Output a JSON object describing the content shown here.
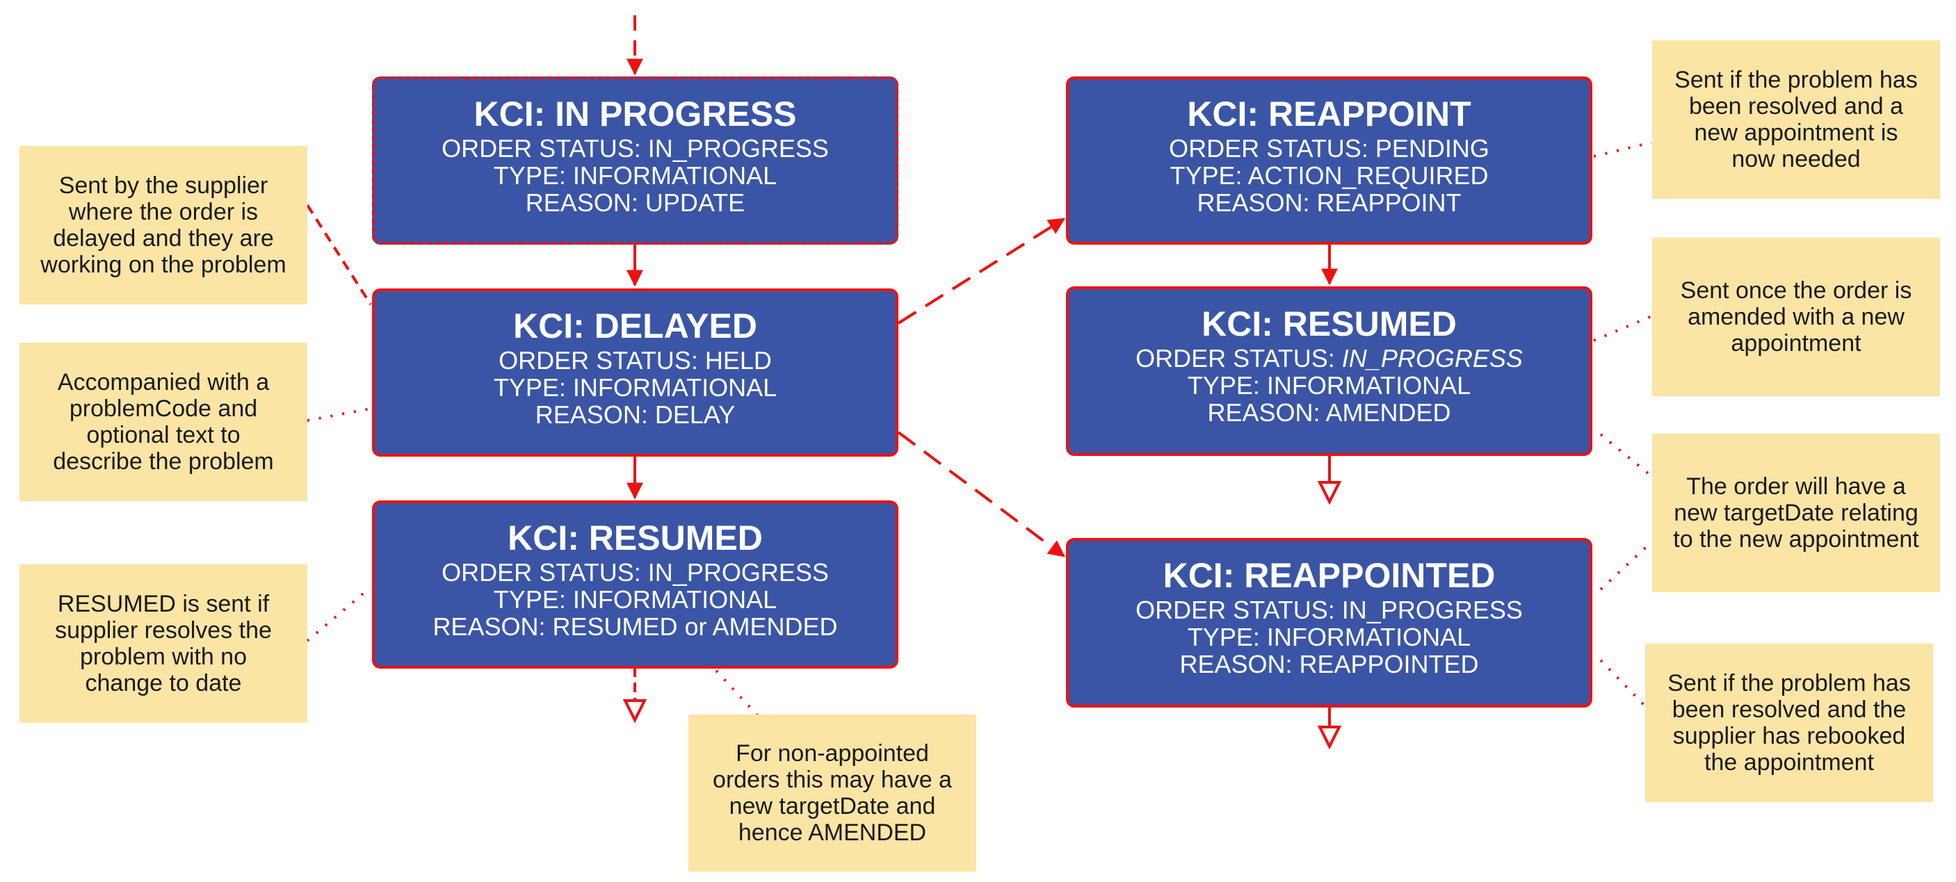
{
  "colors": {
    "node_fill": "#3a55a5",
    "node_border": "#ee1111",
    "note_fill": "#fbe5a5",
    "connector": "#ee1111"
  },
  "nodes": {
    "in_progress": {
      "title": "KCI: IN PROGRESS",
      "status_label": "ORDER STATUS: ",
      "status_value": "IN_PROGRESS",
      "type": "TYPE: INFORMATIONAL",
      "reason": "REASON: UPDATE"
    },
    "delayed": {
      "title": "KCI: DELAYED",
      "status_label": "ORDER STATUS: ",
      "status_value": "HELD",
      "type": "TYPE: INFORMATIONAL",
      "reason": "REASON: DELAY"
    },
    "resumed_left": {
      "title": "KCI: RESUMED",
      "status_label": "ORDER STATUS: ",
      "status_value": "IN_PROGRESS",
      "type": "TYPE: INFORMATIONAL",
      "reason": "REASON: RESUMED or AMENDED"
    },
    "reappoint": {
      "title": "KCI: REAPPOINT",
      "status_label": "ORDER STATUS: ",
      "status_value": "PENDING",
      "type": "TYPE: ACTION_REQUIRED",
      "reason": "REASON: REAPPOINT"
    },
    "resumed_right": {
      "title": "KCI: RESUMED",
      "status_label": "ORDER STATUS: ",
      "status_value": "IN_PROGRESS",
      "type": "TYPE: INFORMATIONAL",
      "reason": "REASON: AMENDED"
    },
    "reappointed": {
      "title": "KCI: REAPPOINTED",
      "status_label": "ORDER STATUS: ",
      "status_value": "IN_PROGRESS",
      "type": "TYPE: INFORMATIONAL",
      "reason": "REASON: REAPPOINTED"
    }
  },
  "notes": {
    "delayed_by_supplier": "Sent by the supplier\nwhere the order is\ndelayed and they are\nworking on the problem",
    "problem_code": "Accompanied with a\nproblemCode and\noptional text to\ndescribe the problem",
    "resumed_sent": "RESUMED is sent if\nsupplier resolves the\nproblem with no\nchange to date",
    "non_appointed": "For non-appointed\norders this may have a\nnew targetDate and\nhence AMENDED",
    "reappoint_needed": "Sent if the problem has\nbeen resolved and a\nnew appointment is\nnow needed",
    "amended_new_appt": "Sent once the order is\namended with a new\nappointment",
    "new_target_date": "The order will have a\nnew targetDate relating\nto the new appointment",
    "rebooked": "Sent if the problem has\nbeen resolved and the\nsupplier has rebooked\nthe appointment"
  }
}
